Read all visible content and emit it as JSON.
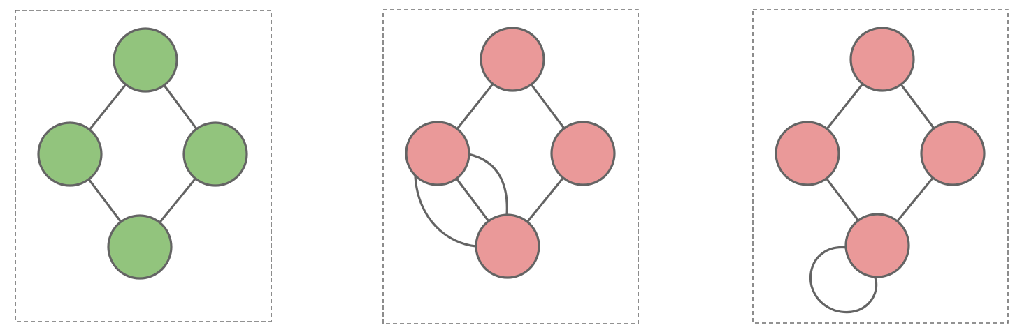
{
  "diagram": {
    "colors": {
      "valid": "#92c47d",
      "invalid": "#ea9999",
      "stroke": "#646464",
      "frame": "#6f6f6f"
    },
    "panels": [
      {
        "id": "panel-1",
        "node_color": "valid",
        "nodes": [
          "top",
          "left",
          "right",
          "bottom"
        ],
        "edges": [
          [
            "top",
            "left"
          ],
          [
            "top",
            "right"
          ],
          [
            "left",
            "bottom"
          ],
          [
            "right",
            "bottom"
          ]
        ],
        "extra_edges": []
      },
      {
        "id": "panel-2",
        "node_color": "invalid",
        "nodes": [
          "top",
          "left",
          "right",
          "bottom"
        ],
        "edges": [
          [
            "top",
            "left"
          ],
          [
            "top",
            "right"
          ],
          [
            "right",
            "bottom"
          ]
        ],
        "extra_edges": [
          [
            "left",
            "bottom",
            "double-curve"
          ]
        ]
      },
      {
        "id": "panel-3",
        "node_color": "invalid",
        "nodes": [
          "top",
          "left",
          "right",
          "bottom"
        ],
        "edges": [
          [
            "top",
            "left"
          ],
          [
            "top",
            "right"
          ],
          [
            "left",
            "bottom"
          ],
          [
            "right",
            "bottom"
          ]
        ],
        "extra_edges": [
          [
            "bottom",
            "bottom",
            "self-loop"
          ]
        ]
      }
    ]
  }
}
